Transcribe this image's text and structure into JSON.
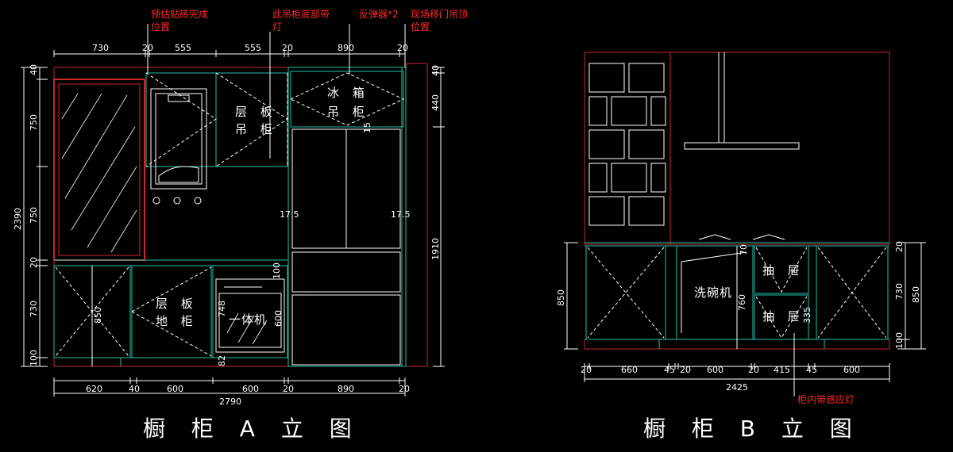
{
  "drawing_a": {
    "title": "橱 柜 A 立 图",
    "notes": [
      "预估贴砖完成",
      "位置",
      "此吊柜底部带",
      "灯",
      "反弹器*2",
      "现场移门吊顶",
      "位置"
    ],
    "top_dims": [
      "730",
      "20",
      "555",
      "555",
      "20",
      "890",
      "20"
    ],
    "bottom_dims": [
      "620",
      "40",
      "600",
      "600",
      "20",
      "890",
      "20"
    ],
    "total_width": "2790",
    "left_dims": [
      "40",
      "750",
      "750",
      "20",
      "730",
      "100"
    ],
    "overall_height": "2390",
    "right_dims": [
      "40",
      "440"
    ],
    "right_tall": "1910",
    "inner_dims": [
      "15",
      "17.5",
      "17.5",
      "100",
      "850",
      "748",
      "600",
      "82"
    ],
    "labels": {
      "shelf_wall_1": "层 板",
      "shelf_wall_2": "吊 柜",
      "fridge_1": "冰 箱",
      "fridge_2": "吊 柜",
      "shelf_base_1": "层 板",
      "shelf_base_2": "地 柜",
      "oven": "一体机"
    }
  },
  "drawing_b": {
    "title": "橱 柜 B 立 图",
    "note": "柜内带感应灯",
    "bottom_dims": [
      "20",
      "660",
      "45",
      "20",
      "600",
      "20",
      "415",
      "45",
      "600"
    ],
    "total_width": "2425",
    "left_dim": "850",
    "right_dims": [
      "20",
      "730",
      "100"
    ],
    "right_total": "850",
    "inner_dims": [
      "70",
      "760",
      "335"
    ],
    "labels": {
      "dishwasher": "洗碗机",
      "drawer_1": "抽 屉",
      "drawer_2": "抽 屉"
    }
  },
  "colors": {
    "line": "#1fbfa8",
    "outline": "#d42a2a",
    "text": "#ffffff",
    "note": "#ff2a2a"
  }
}
